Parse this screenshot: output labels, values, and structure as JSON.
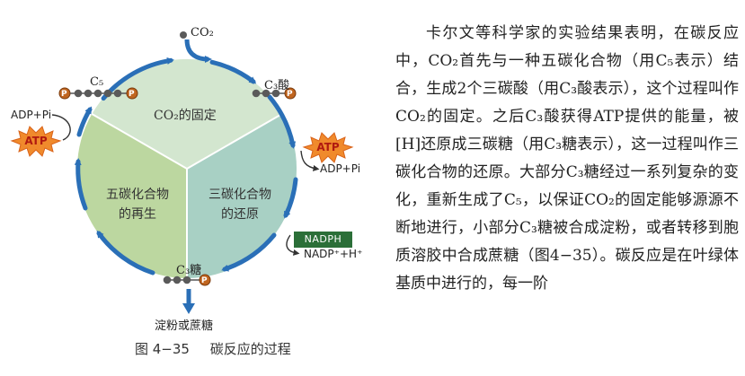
{
  "figure": {
    "co2_top": "CO₂",
    "c5": "C₅",
    "c3_acid": "C₃酸",
    "c3_sugar": "C₃糖",
    "co2_fixation": "CO₂的固定",
    "regeneration_line1": "五碳化合物",
    "regeneration_line2": "的再生",
    "reduction_line1": "三碳化合物",
    "reduction_line2": "的还原",
    "atp": "ATP",
    "adp_pi": "ADP+Pi",
    "nadph": "NADPH",
    "nadp_h": "NADP⁺+H⁺",
    "phosphate": "P",
    "starch_sucrose": "淀粉或蔗糖"
  },
  "caption": {
    "number": "图 4−35",
    "title": "碳反应的过程"
  },
  "text": {
    "paragraph": "卡尔文等科学家的实验结果表明，在碳反应中，CO₂首先与一种五碳化合物（用C₅表示）结合，生成2个三碳酸（用C₃酸表示），这个过程叫作CO₂的固定。之后C₃酸获得ATP提供的能量，被[H]还原成三碳糖（用C₃糖表示），这一过程叫作三碳化合物的还原。大部分C₃糖经过一系列复杂的变化，重新生成了C₅，以保证CO₂的固定能够源源不断地进行，小部分C₃糖被合成淀粉，或者转移到胞质溶胶中合成蔗糖（图4−35）。碳反应是在叶绿体基质中进行的，每一阶"
  },
  "colors": {
    "sector_top": "#d3e6cf",
    "sector_left": "#bcd7a0",
    "sector_right": "#a8d0c4",
    "cycle_arrow": "#2a6fb7",
    "carbon_atom": "#5a5a5a",
    "phosphate": "#c0651f",
    "atp_star": "#f08a2c",
    "nadph_bg": "#2b6f38"
  }
}
